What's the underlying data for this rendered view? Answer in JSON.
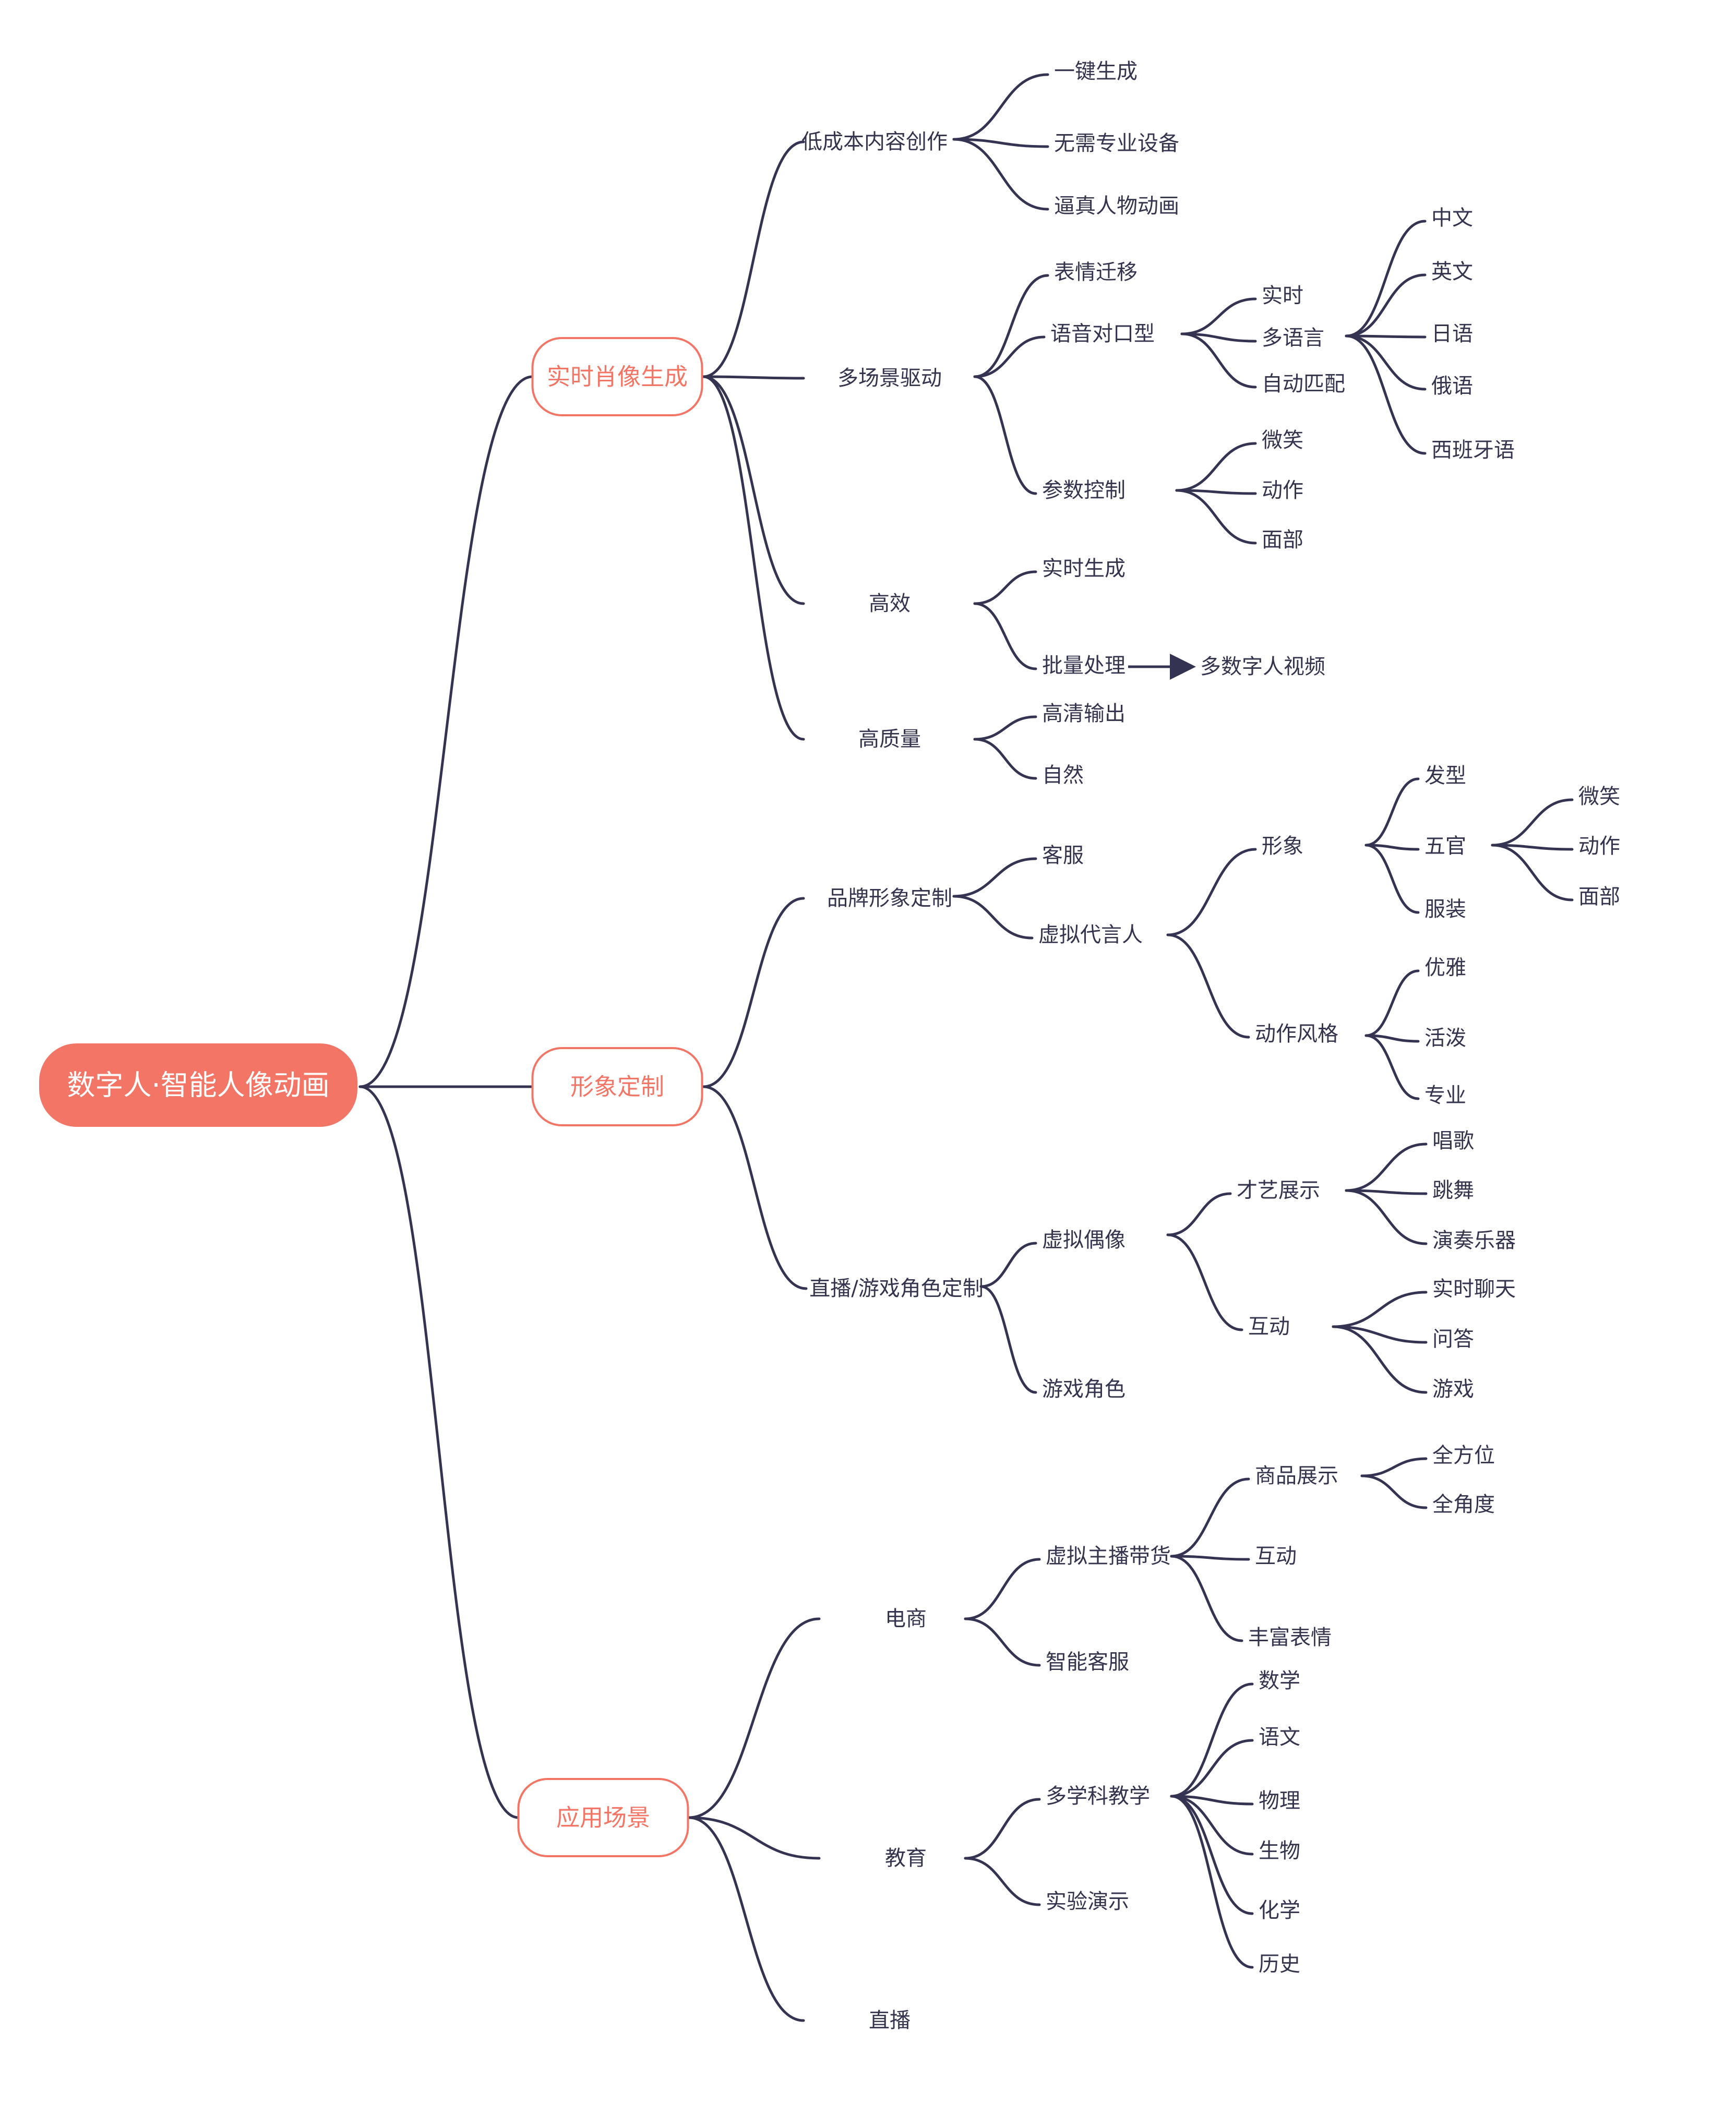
{
  "colors": {
    "line": "#343452",
    "root_fill": "#f27566",
    "accent": "#f27566",
    "text": "#34344f",
    "background": "#ffffff"
  },
  "mindmap": {
    "root": {
      "label": "数字人·智能人像动画",
      "children": [
        {
          "label": "实时肖像生成",
          "children": [
            {
              "label": "低成本内容创作",
              "children": [
                {
                  "label": "一键生成"
                },
                {
                  "label": "无需专业设备"
                },
                {
                  "label": "逼真人物动画"
                }
              ]
            },
            {
              "label": "多场景驱动",
              "children": [
                {
                  "label": "表情迁移"
                },
                {
                  "label": "语音对口型",
                  "children": [
                    {
                      "label": "实时"
                    },
                    {
                      "label": "多语言",
                      "children": [
                        {
                          "label": "中文"
                        },
                        {
                          "label": "英文"
                        },
                        {
                          "label": "日语"
                        },
                        {
                          "label": "俄语"
                        },
                        {
                          "label": "西班牙语"
                        }
                      ]
                    },
                    {
                      "label": "自动匹配"
                    }
                  ]
                },
                {
                  "label": "参数控制",
                  "children": [
                    {
                      "label": "微笑"
                    },
                    {
                      "label": "动作"
                    },
                    {
                      "label": "面部"
                    }
                  ]
                }
              ]
            },
            {
              "label": "高效",
              "children": [
                {
                  "label": "实时生成"
                },
                {
                  "label": "批量处理",
                  "arrow_to": "多数字人视频"
                }
              ]
            },
            {
              "label": "高质量",
              "children": [
                {
                  "label": "高清输出"
                },
                {
                  "label": "自然"
                }
              ]
            }
          ]
        },
        {
          "label": "形象定制",
          "children": [
            {
              "label": "品牌形象定制",
              "children": [
                {
                  "label": "客服"
                },
                {
                  "label": "虚拟代言人",
                  "children": [
                    {
                      "label": "形象",
                      "children": [
                        {
                          "label": "发型"
                        },
                        {
                          "label": "五官",
                          "children": [
                            {
                              "label": "微笑"
                            },
                            {
                              "label": "动作"
                            },
                            {
                              "label": "面部"
                            }
                          ]
                        },
                        {
                          "label": "服装"
                        }
                      ]
                    },
                    {
                      "label": "动作风格",
                      "children": [
                        {
                          "label": "优雅"
                        },
                        {
                          "label": "活泼"
                        },
                        {
                          "label": "专业"
                        }
                      ]
                    }
                  ]
                }
              ]
            },
            {
              "label": "直播/游戏角色定制",
              "children": [
                {
                  "label": "虚拟偶像",
                  "children": [
                    {
                      "label": "才艺展示",
                      "children": [
                        {
                          "label": "唱歌"
                        },
                        {
                          "label": "跳舞"
                        },
                        {
                          "label": "演奏乐器"
                        }
                      ]
                    },
                    {
                      "label": "互动",
                      "children": [
                        {
                          "label": "实时聊天"
                        },
                        {
                          "label": "问答"
                        },
                        {
                          "label": "游戏"
                        }
                      ]
                    }
                  ]
                },
                {
                  "label": "游戏角色"
                }
              ]
            }
          ]
        },
        {
          "label": "应用场景",
          "children": [
            {
              "label": "电商",
              "children": [
                {
                  "label": "虚拟主播带货",
                  "children": [
                    {
                      "label": "商品展示",
                      "children": [
                        {
                          "label": "全方位"
                        },
                        {
                          "label": "全角度"
                        }
                      ]
                    },
                    {
                      "label": "互动"
                    },
                    {
                      "label": "丰富表情"
                    }
                  ]
                },
                {
                  "label": "智能客服"
                }
              ]
            },
            {
              "label": "教育",
              "children": [
                {
                  "label": "多学科教学",
                  "children": [
                    {
                      "label": "数学"
                    },
                    {
                      "label": "语文"
                    },
                    {
                      "label": "物理"
                    },
                    {
                      "label": "生物"
                    },
                    {
                      "label": "化学"
                    },
                    {
                      "label": "历史"
                    }
                  ]
                },
                {
                  "label": "实验演示"
                }
              ]
            },
            {
              "label": "直播"
            }
          ]
        }
      ]
    }
  }
}
